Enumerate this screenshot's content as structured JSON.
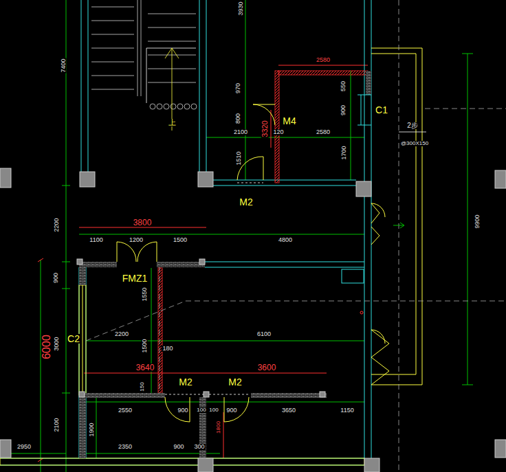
{
  "diagram": {
    "labels": [
      "7400",
      "3930",
      "2580",
      "970",
      "550",
      "900",
      "C1",
      "800",
      "M4",
      "3320",
      "2100",
      "120",
      "2580",
      "1700",
      "1510",
      "M2",
      "上",
      "2步",
      "@300X150",
      "9900",
      "2200",
      "3800",
      "1100",
      "1200",
      "1500",
      "4800",
      "900",
      "FMZ1",
      "1550",
      "C2",
      "2200",
      "6100",
      "3000",
      "1500",
      "180",
      "6000",
      "3640",
      "3600",
      "150",
      "M2",
      "M2",
      "2550",
      "900",
      "100",
      "100",
      "900",
      "3650",
      "1150",
      "2100",
      "1900",
      "1800",
      "2350",
      "900",
      "300",
      "2950"
    ]
  }
}
